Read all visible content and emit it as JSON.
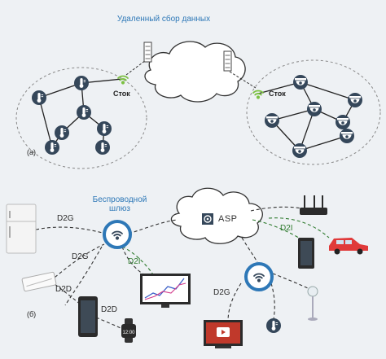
{
  "labels": {
    "remote_collection": "Удаленный сбор данных",
    "sink_left": "Сток",
    "sink_right": "Сток",
    "part_a": "(а)",
    "wireless_gateway": "Беспроводной шлюз",
    "asp": "ASP",
    "part_b": "(б)"
  },
  "links": {
    "d2g_fridge": "D2G",
    "d2g_ac": "D2G",
    "d2g_tv": "D2G",
    "d2i_left": "D2I",
    "d2i_right": "D2I",
    "d2d_ac_phone": "D2D",
    "d2d_phone_watch": "D2D"
  },
  "icons": {
    "sensor": "thermometer-icon",
    "camera": "dome-camera-icon",
    "wifi": "wifi-icon",
    "server": "server-rack-icon",
    "cloud": "cloud-icon",
    "gear": "gear-icon"
  },
  "colors": {
    "background": "#eef1f4",
    "sensor_fill": "#35475a",
    "wifi_green": "#7cc142",
    "gateway_blue": "#2e78b7",
    "link_dashed": "#333333",
    "d2i_green": "#2d7a2d",
    "car_red": "#e03a3a"
  }
}
